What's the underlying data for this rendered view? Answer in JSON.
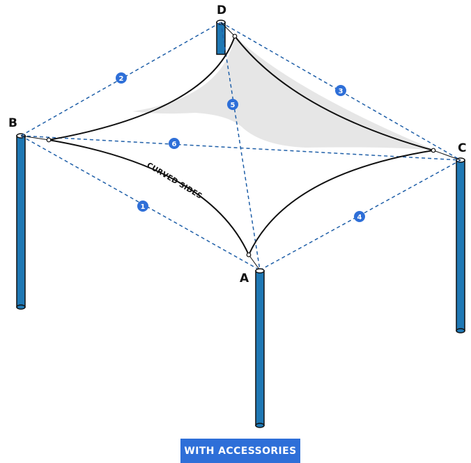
{
  "corners": {
    "a": "A",
    "b": "B",
    "c": "C",
    "d": "D"
  },
  "measurements": [
    "1",
    "2",
    "3",
    "4",
    "5",
    "6"
  ],
  "curve_label": "CURVED SIDES",
  "button": {
    "label": "WITH ACCESSORIES"
  },
  "colors": {
    "post": "#1f78b4",
    "badge": "#2e6fd8",
    "shade": "#e6e6e6",
    "line": "#111111"
  }
}
